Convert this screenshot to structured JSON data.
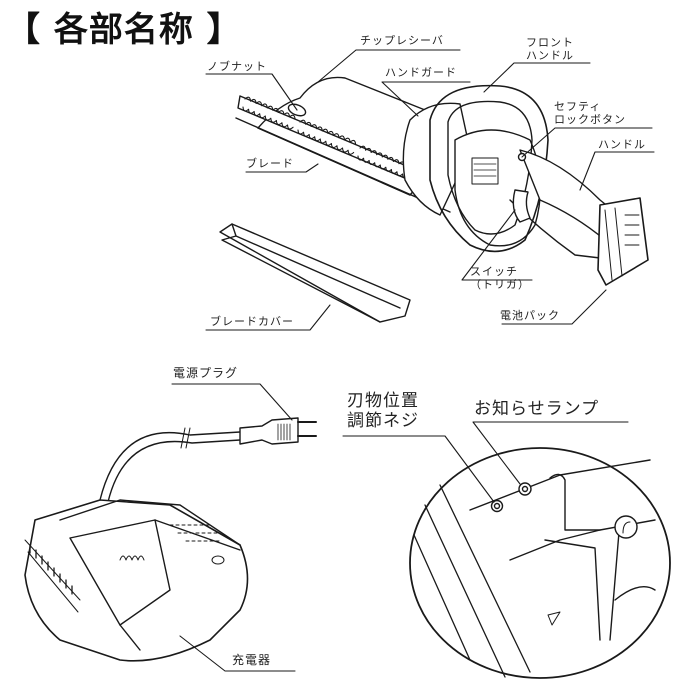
{
  "title": "【 各部名称 】",
  "hedge_trimmer_labels": {
    "knob_nut": "ノブナット",
    "chip_receiver": "チップレシーバ",
    "hand_guard": "ハンドガード",
    "front_handle": "フロント\nハンドル",
    "safety_lock_button": "セフティ\nロックボタン",
    "handle": "ハンドル",
    "blade": "ブレード",
    "switch_trigger": "スイッチ\n（トリガ）",
    "battery_pack": "電池パック",
    "blade_cover": "ブレードカバー"
  },
  "charger_labels": {
    "power_plug": "電源プラグ",
    "charger": "充電器"
  },
  "detail_labels": {
    "blade_position_screw": "刃物位置\n調節ネジ",
    "indicator_lamp": "お知らせランプ"
  },
  "colors": {
    "line": "#1a1a1a",
    "background": "#ffffff"
  }
}
